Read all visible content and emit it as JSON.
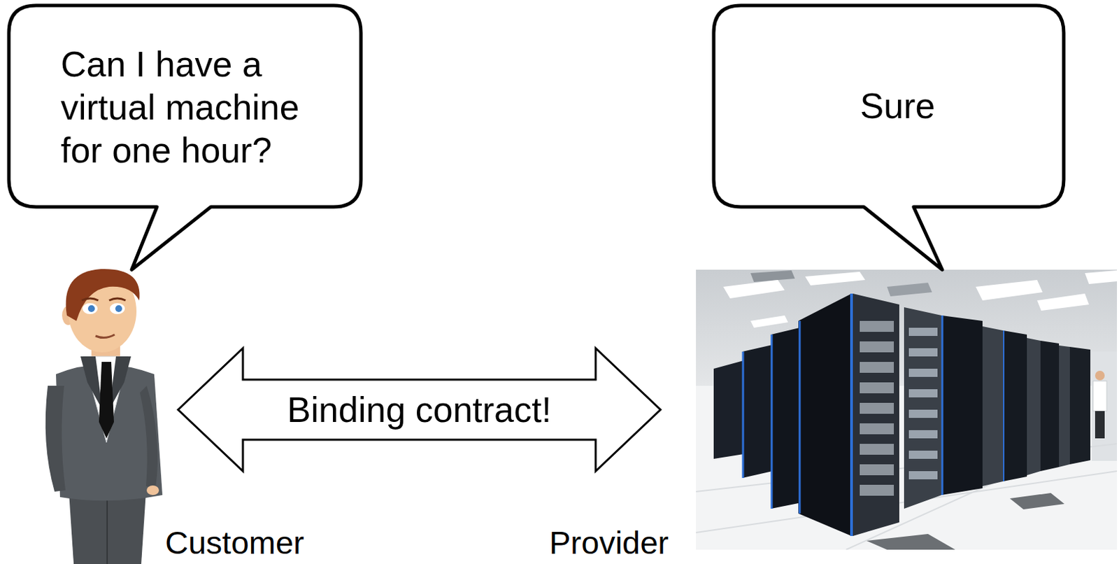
{
  "diagram": {
    "nodes": [
      {
        "text": [
          "Can I have a virtual machine for one hour?"
        ]
      },
      {
        "text": [
          "Sure"
        ]
      },
      {
        "text": [
          "Customer"
        ]
      },
      {
        "text": [
          "Provider"
        ]
      }
    ],
    "edges": [
      {
        "from": 2,
        "to": 3,
        "label": "Binding contract!",
        "arrow": "both"
      }
    ]
  }
}
